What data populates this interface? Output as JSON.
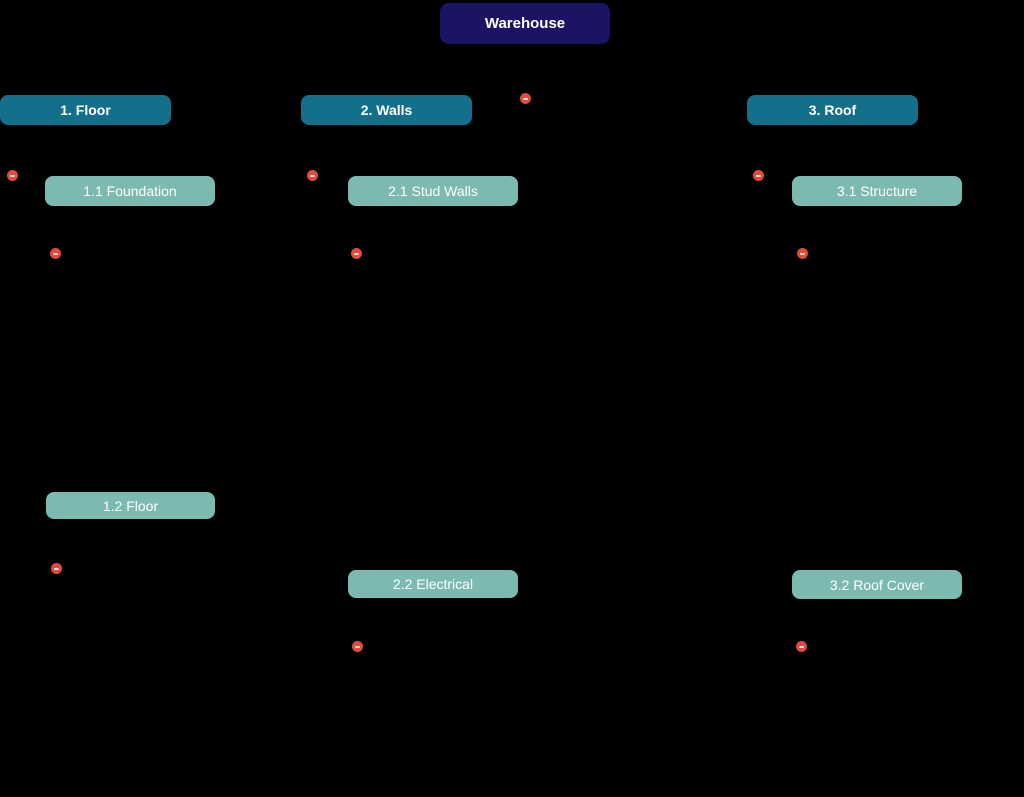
{
  "diagram": {
    "type": "work-breakdown-structure",
    "root": {
      "label": "Warehouse"
    },
    "branches": [
      {
        "label": "1. Floor",
        "children": [
          {
            "label": "1.1 Foundation"
          },
          {
            "label": "1.2 Floor"
          }
        ]
      },
      {
        "label": "2. Walls",
        "children": [
          {
            "label": "2.1 Stud Walls"
          },
          {
            "label": "2.2 Electrical"
          }
        ]
      },
      {
        "label": "3. Roof",
        "children": [
          {
            "label": "3.1 Structure"
          },
          {
            "label": "3.2 Roof Cover"
          }
        ]
      }
    ],
    "colors": {
      "root_node": "#1b1464",
      "branch_node": "#136f8a",
      "leaf_node": "#7cb9b0",
      "node_text": "#ffffff",
      "collapse_button": "#e04b3f",
      "background": "#000000"
    },
    "collapse_button_count": 10
  }
}
